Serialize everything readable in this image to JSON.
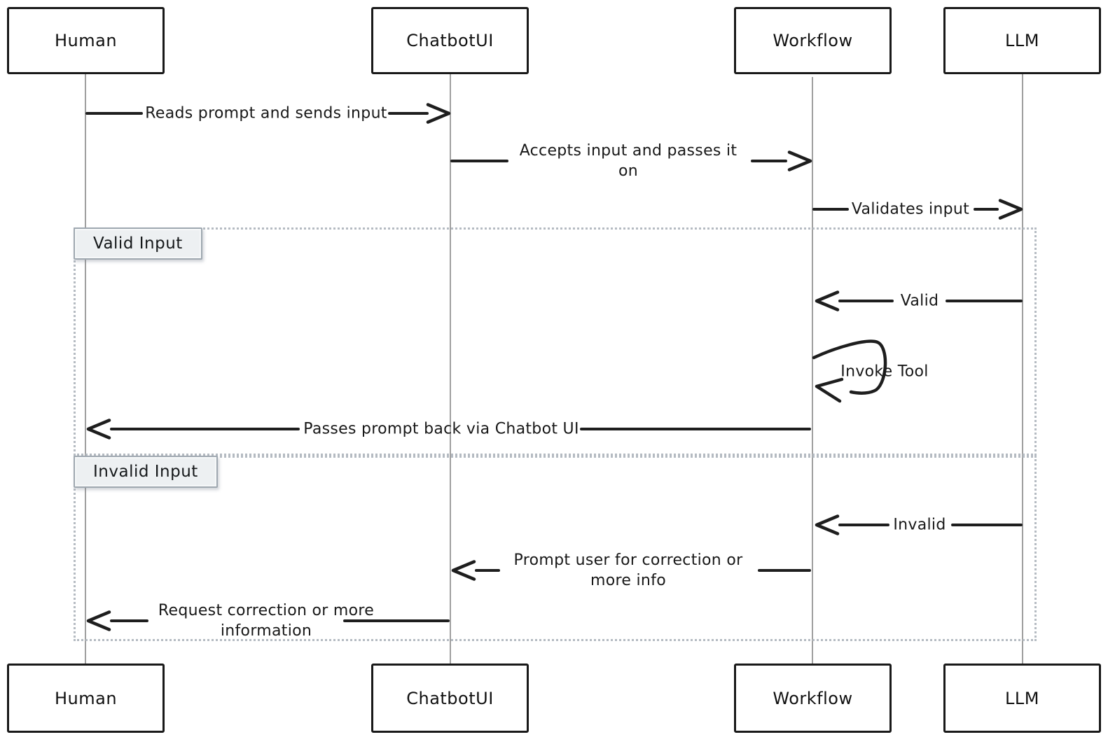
{
  "diagram": {
    "type": "sequence-diagram",
    "actors": [
      {
        "id": "human",
        "label": "Human"
      },
      {
        "id": "chatbotui",
        "label": "ChatbotUI"
      },
      {
        "id": "workflow",
        "label": "Workflow"
      },
      {
        "id": "llm",
        "label": "LLM"
      }
    ],
    "frames": [
      {
        "label": "Valid Input"
      },
      {
        "label": "Invalid Input"
      }
    ],
    "messages": [
      {
        "from": "Human",
        "to": "ChatbotUI",
        "label": "Reads prompt and sends input"
      },
      {
        "from": "ChatbotUI",
        "to": "Workflow",
        "label": "Accepts input and passes it\non"
      },
      {
        "from": "Workflow",
        "to": "LLM",
        "label": "Validates input"
      },
      {
        "from": "LLM",
        "to": "Workflow",
        "label": "Valid"
      },
      {
        "from": "Workflow",
        "to": "Workflow",
        "label": "Invoke Tool",
        "self_message": true
      },
      {
        "from": "Workflow",
        "to": "Human",
        "label": "Passes prompt back via Chatbot UI"
      },
      {
        "from": "LLM",
        "to": "Workflow",
        "label": "Invalid"
      },
      {
        "from": "Workflow",
        "to": "ChatbotUI",
        "label": "Prompt user for correction or\nmore info"
      },
      {
        "from": "ChatbotUI",
        "to": "Human",
        "label": "Request correction or more\ninformation"
      }
    ],
    "colors": {
      "ink": "#1e1e1e",
      "lifeline": "#a0a0a0",
      "frame_border": "#b5bbc2",
      "frame_label_bg": "#edf0f2",
      "frame_label_border": "#9fa8b0",
      "actor_bg": "#ffffff",
      "canvas_bg": "#ffffff"
    }
  }
}
